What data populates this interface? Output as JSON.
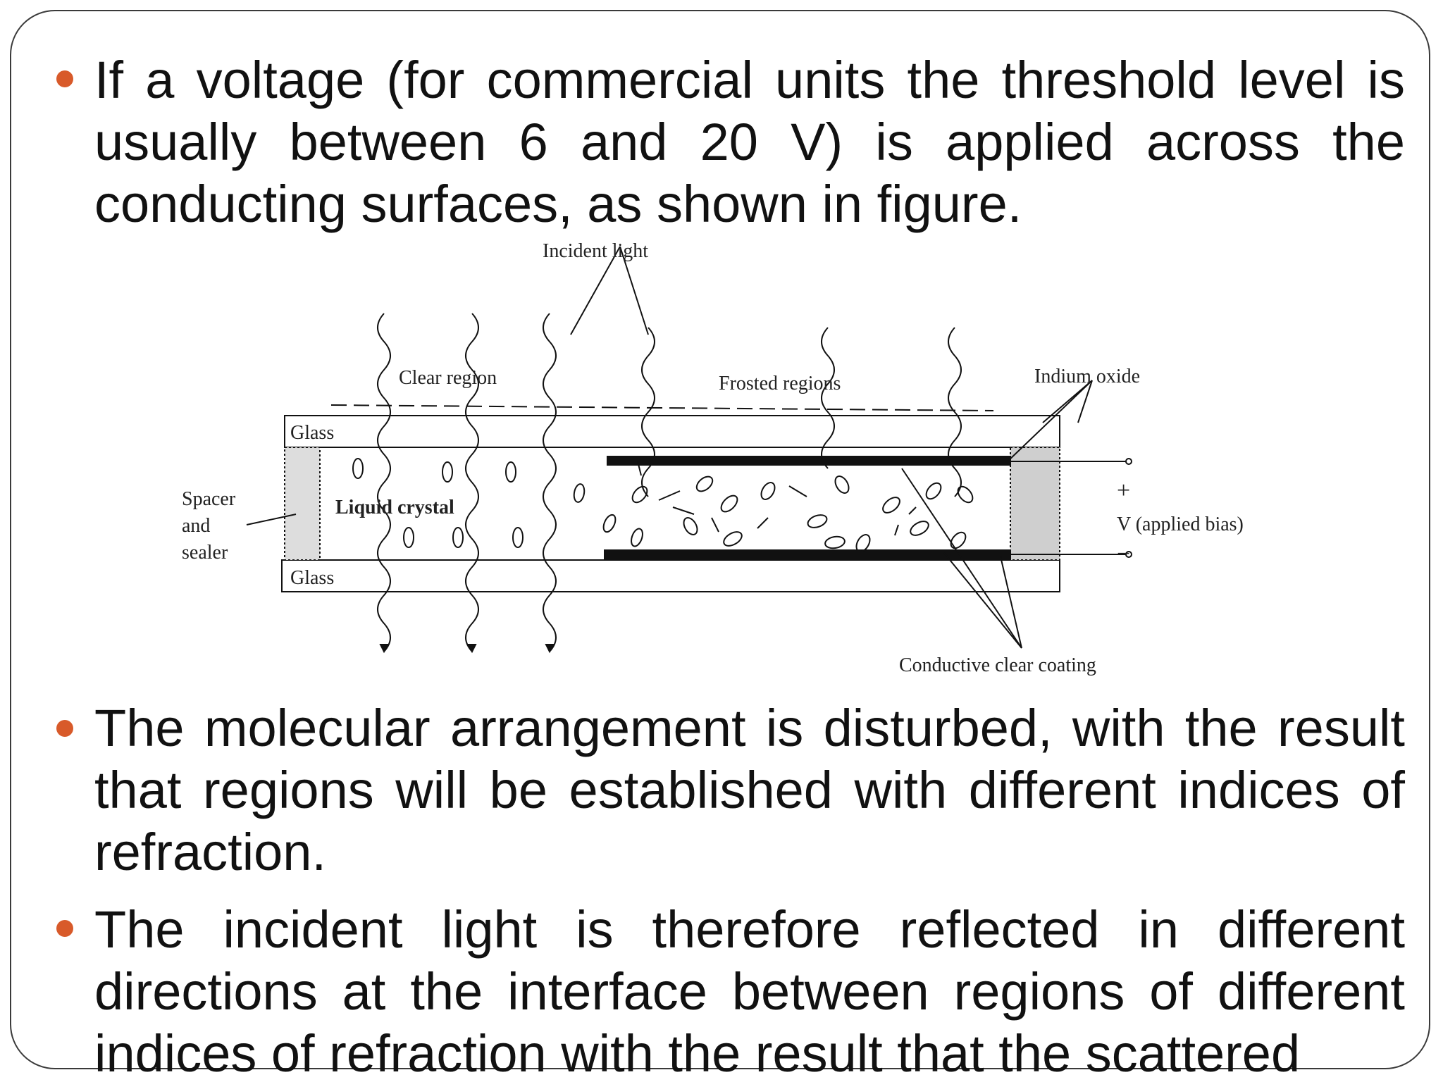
{
  "paragraphs": [
    "If a voltage (for commercial units the threshold level is usually between 6 and 20 V) is applied across the conducting surfaces, as shown in figure.",
    "The molecular arrangement is disturbed, with the result that regions will be established with different indices of refraction.",
    "The incident light is therefore reflected in different directions at the interface between regions of different indices of refraction with the result that the scattered"
  ],
  "colors": {
    "bullet": "#d85a2a",
    "text": "#111111",
    "frame": "#3a3a3a"
  },
  "figure": {
    "labels": {
      "incident_light": "Incident light",
      "clear_region": "Clear region",
      "frosted_regions": "Frosted regions",
      "indium_oxide": "Indium oxide",
      "glass_top": "Glass",
      "glass_bottom": "Glass",
      "spacer_line1": "Spacer",
      "spacer_line2": "and",
      "spacer_line3": "sealer",
      "liquid_crystal": "Liquid crystal",
      "plus": "+",
      "minus": "−",
      "applied_bias": "V (applied bias)",
      "conductive_coating": "Conductive clear coating"
    }
  }
}
